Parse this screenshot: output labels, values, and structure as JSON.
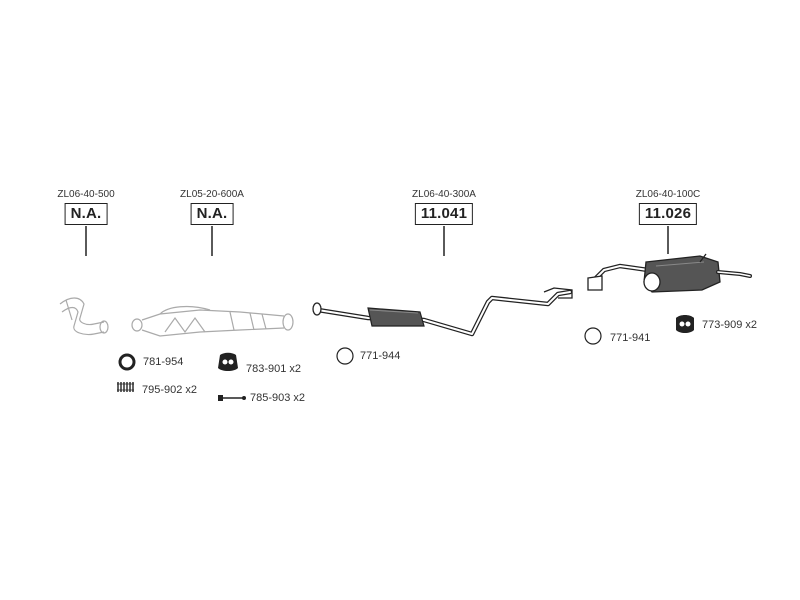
{
  "parts": [
    {
      "oe": "ZL06-40-500",
      "code": "N.A."
    },
    {
      "oe": "ZL05-20-600A",
      "code": "N.A."
    },
    {
      "oe": "ZL06-40-300A",
      "code": "11.041"
    },
    {
      "oe": "ZL06-40-100C",
      "code": "11.026"
    }
  ],
  "accessories": {
    "a1": "781-954",
    "a2": "783-901 x2",
    "a3": "795-902 x2",
    "a4": "785-903 x2",
    "a5": "771-944",
    "a6": "771-941",
    "a7": "773-909 x2"
  }
}
